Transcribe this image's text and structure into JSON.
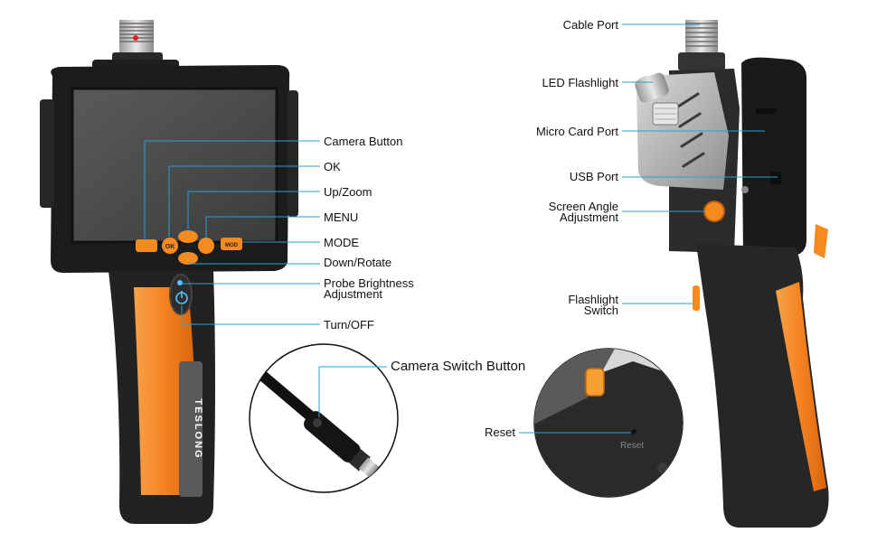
{
  "brand": {
    "logo_text": "TESLONG"
  },
  "front_labels": {
    "camera_button": "Camera Button",
    "ok": "OK",
    "up_zoom": "Up/Zoom",
    "menu": "MENU",
    "mode": "MODE",
    "down_rotate": "Down/Rotate",
    "probe_brightness_1": "Probe Brightness",
    "probe_brightness_2": "Adjustment",
    "turn_off": "Turn/OFF"
  },
  "probe_detail": {
    "camera_switch_button": "Camera Switch Button"
  },
  "side_labels": {
    "cable_port": "Cable Port",
    "led_flashlight": "LED Flashlight",
    "micro_card_port": "Micro Card Port",
    "usb_port": "USB Port",
    "screen_angle_1": "Screen Angle",
    "screen_angle_2": "Adjustment",
    "flashlight_switch_1": "Flashlight",
    "flashlight_switch_2": "Switch"
  },
  "reset_detail": {
    "reset": "Reset",
    "printed_reset": "Reset"
  },
  "button_marks": {
    "ok": "OK",
    "mode": "MOD"
  },
  "colors": {
    "accent_orange": "#f58a1f",
    "callout_line": "#2a9fd6",
    "body_dark": "#1e1e1e",
    "screen": "#4a4a4a"
  }
}
